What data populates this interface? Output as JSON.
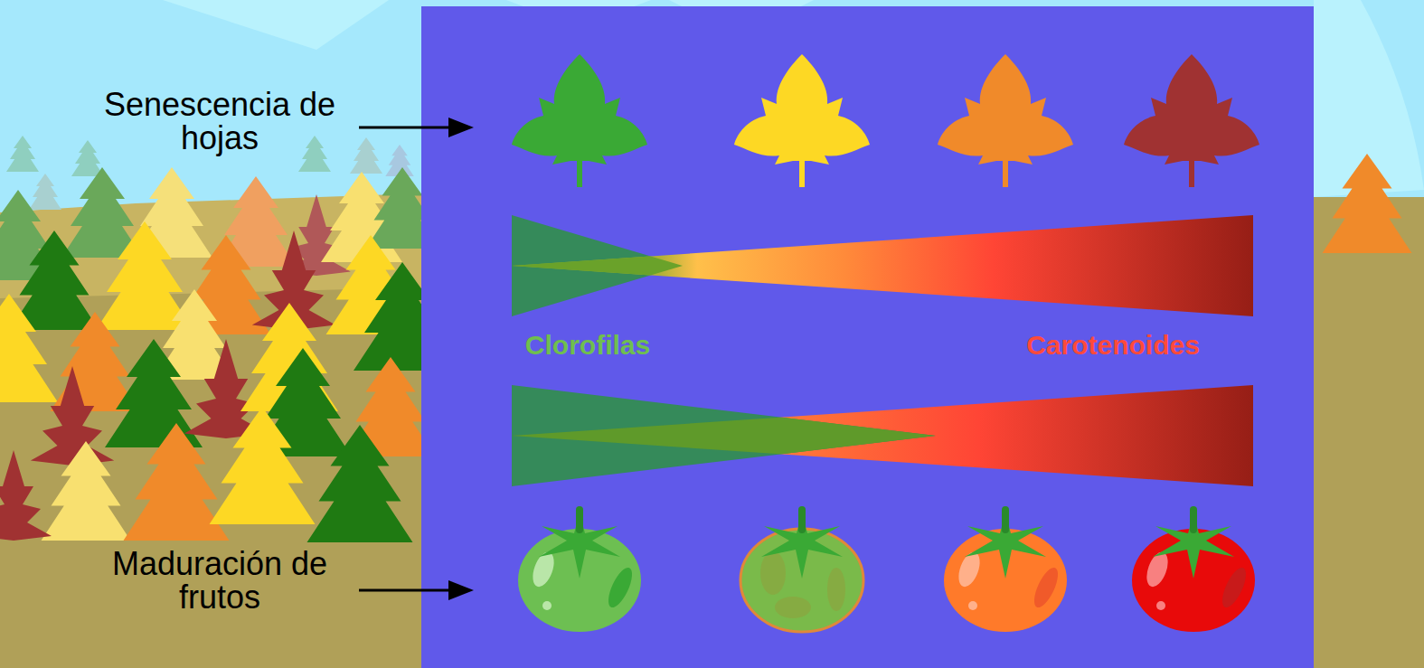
{
  "diagram": {
    "labels": [
      "Senescencia de hojas",
      "Clorofilas",
      "Carotenoides",
      "Maduración de frutos"
    ]
  }
}
